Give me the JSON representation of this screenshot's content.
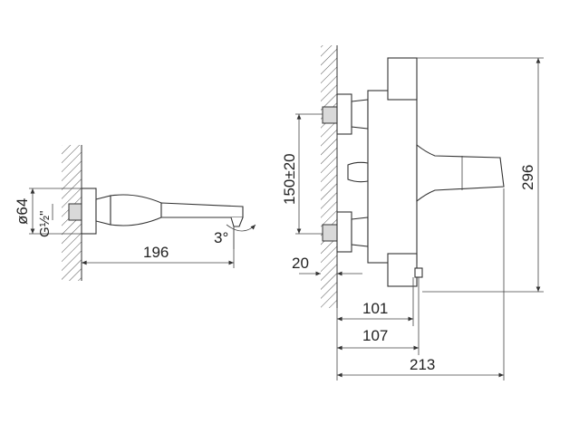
{
  "dimensions": {
    "left_diameter": "ø64",
    "left_thread": "G½\"",
    "left_length": "196",
    "left_angle": "3°",
    "right_spacing": "150±20",
    "right_height": "296",
    "right_offset": "20",
    "right_d1": "101",
    "right_d2": "107",
    "right_d3": "213"
  }
}
